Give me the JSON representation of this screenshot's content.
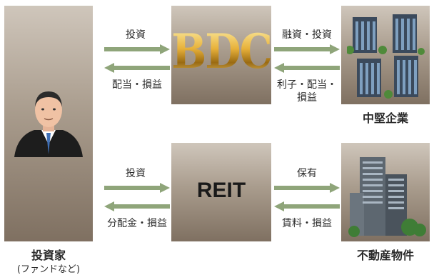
{
  "investor": {
    "name": "投資家",
    "sub": "(ファンドなど)"
  },
  "bdc": {
    "name": "BDC",
    "left_in": "投資",
    "left_out": "配当・損益",
    "right_out": "融資・投資",
    "right_in_line1": "利子・配当・",
    "right_in_line2": "損益"
  },
  "reit": {
    "name": "REIT",
    "left_in": "投資",
    "left_out": "分配金・損益",
    "right_out": "保有",
    "right_in": "賃料・損益"
  },
  "targets": {
    "top": "中堅企業",
    "bottom": "不動産物件"
  },
  "colors": {
    "arrow": "#8fa57a",
    "panel_dark": "#7f7061",
    "panel_light": "#cfc6bb"
  }
}
